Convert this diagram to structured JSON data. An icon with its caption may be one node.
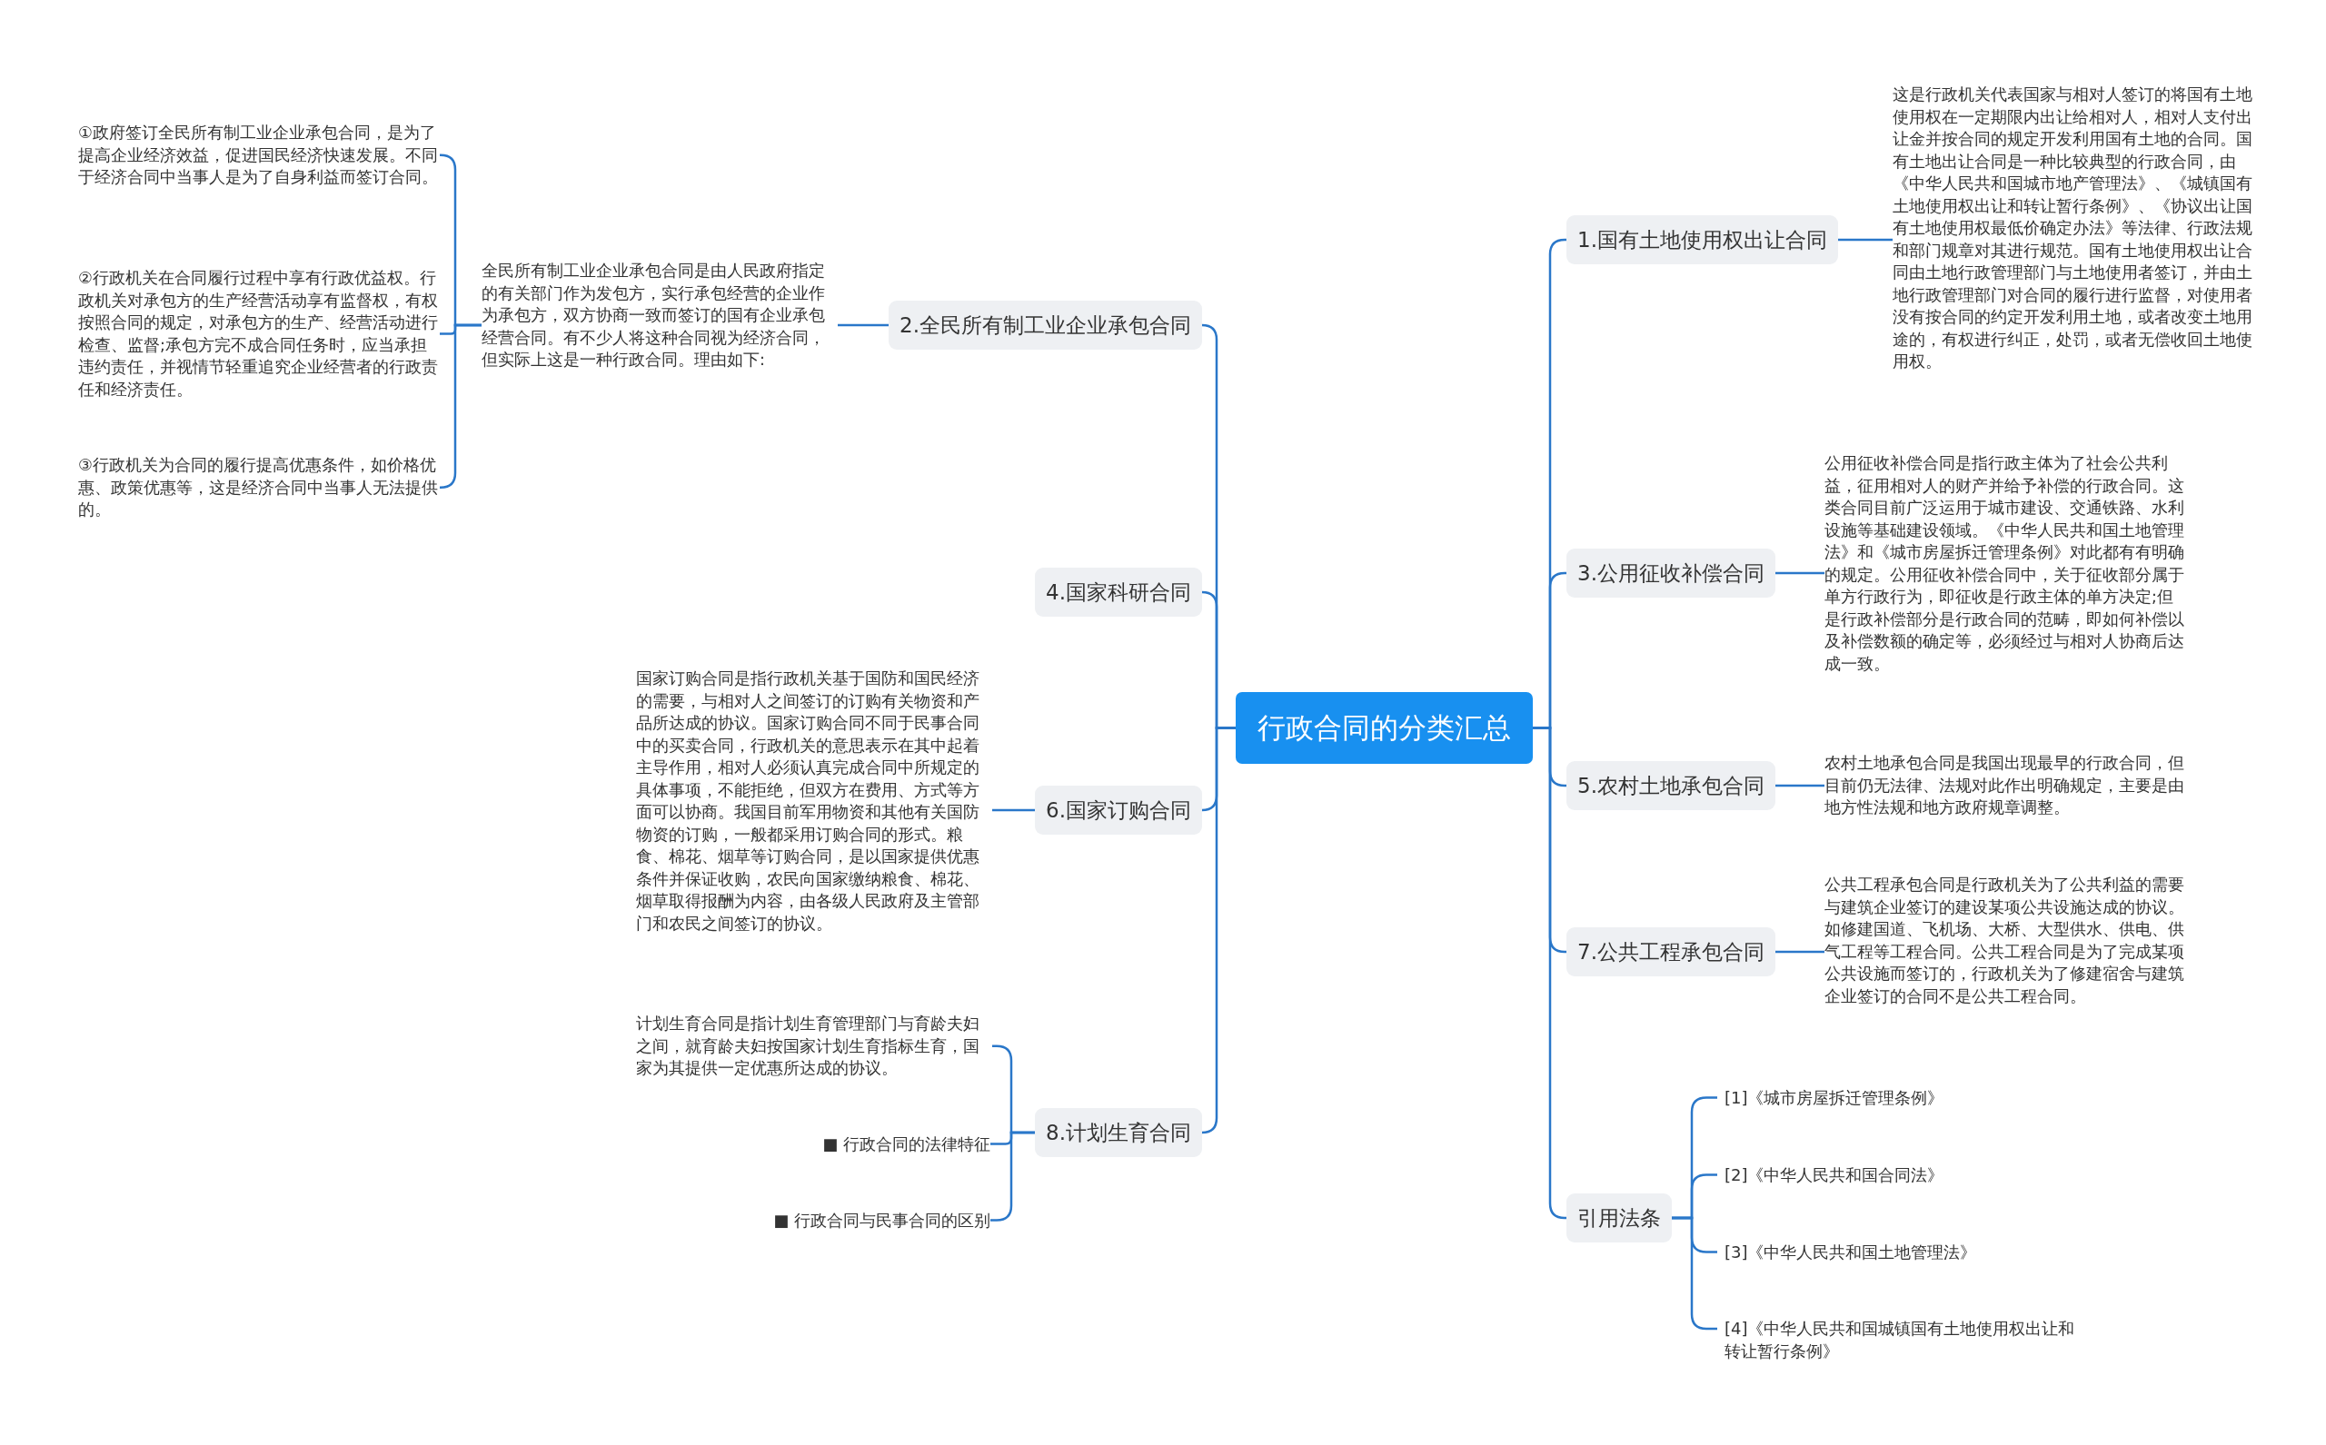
{
  "diagram": {
    "nodes": [
      {
        "text": [
          "行政合同的分类汇总"
        ]
      },
      {
        "text": [
          "1.国有土地使用权出让合同"
        ]
      },
      {
        "text": [
          "这是行政机关代表国家与相对人签订的将国有土地使用权在一定期限内出让给相对人，相对人支付出让金并按合同的规定开发利用国有土地的合同。国有土地出让合同是一种比较典型的行政合同，由《中华人民共和国城市地产管理法》、《城镇国有土地使用权出让和转让暂行条例》、《协议出让国有土地使用权最低价确定办法》等法律、行政法规和部门规章对其进行规范。国有土地使用权出让合同由土地行政管理部门与土地使用者签订，并由土地行政管理部门对合同的履行进行监督，对使用者没有按合同的约定开发利用土地，或者改变土地用途的，有权进行纠正，处罚，或者无偿收回土地使用权。"
        ]
      },
      {
        "text": [
          "3.公用征收补偿合同"
        ]
      },
      {
        "text": [
          "公用征收补偿合同是指行政主体为了社会公共利益，征用相对人的财产并给予补偿的行政合同。这类合同目前广泛运用于城市建设、交通铁路、水利设施等基础建设领域。《中华人民共和国土地管理法》和《城市房屋拆迁管理条例》对此都有有明确的规定。公用征收补偿合同中，关于征收部分属于单方行政行为，即征收是行政主体的单方决定;但是行政补偿部分是行政合同的范畴，即如何补偿以及补偿数额的确定等，必须经过与相对人协商后达成一致。"
        ]
      },
      {
        "text": [
          "5.农村土地承包合同"
        ]
      },
      {
        "text": [
          "农村土地承包合同是我国出现最早的行政合同，但目前仍无法律、法规对此作出明确规定，主要是由地方性法规和地方政府规章调整。"
        ]
      },
      {
        "text": [
          "7.公共工程承包合同"
        ]
      },
      {
        "text": [
          "公共工程承包合同是行政机关为了公共利益的需要与建筑企业签订的建设某项公共设施达成的协议。如修建国道、飞机场、大桥、大型供水、供电、供气工程等工程合同。公共工程合同是为了完成某项公共设施而签订的，行政机关为了修建宿舍与建筑企业签订的合同不是公共工程合同。"
        ]
      },
      {
        "text": [
          "引用法条"
        ]
      },
      {
        "text": [
          "[1]《城市房屋拆迁管理条例》"
        ]
      },
      {
        "text": [
          "[2]《中华人民共和国合同法》"
        ]
      },
      {
        "text": [
          "[3]《中华人民共和国土地管理法》"
        ]
      },
      {
        "text": [
          "[4]《中华人民共和国城镇国有土地使用权出让和转让暂行条例》"
        ]
      },
      {
        "text": [
          "2.全民所有制工业企业承包合同"
        ]
      },
      {
        "text": [
          "全民所有制工业企业承包合同是由人民政府指定的有关部门作为发包方，实行承包经营的企业作为承包方，双方协商一致而签订的国有企业承包经营合同。有不少人将这种合同视为经济合同，但实际上这是一种行政合同。理由如下:"
        ]
      },
      {
        "text": [
          "①政府签订全民所有制工业企业承包合同，是为了提高企业经济效益，促进国民经济快速发展。不同于经济合同中当事人是为了自身利益而签订合同。"
        ]
      },
      {
        "text": [
          "②行政机关在合同履行过程中享有行政优益权。行政机关对承包方的生产经营活动享有监督权，有权按照合同的规定，对承包方的生产、经营活动进行检查、监督;承包方完不成合同任务时，应当承担违约责任，并视情节轻重追究企业经营者的行政责任和经济责任。"
        ]
      },
      {
        "text": [
          "③行政机关为合同的履行提高优惠条件，如价格优惠、政策优惠等，这是经济合同中当事人无法提供的。"
        ]
      },
      {
        "text": [
          "4.国家科研合同"
        ]
      },
      {
        "text": [
          "6.国家订购合同"
        ]
      },
      {
        "text": [
          "国家订购合同是指行政机关基于国防和国民经济的需要，与相对人之间签订的订购有关物资和产品所达成的协议。国家订购合同不同于民事合同中的买卖合同，行政机关的意思表示在其中起着主导作用，相对人必须认真完成合同中所规定的具体事项，不能拒绝，但双方在费用、方式等方面可以协商。我国目前军用物资和其他有关国防物资的订购，一般都采用订购合同的形式。粮食、棉花、烟草等订购合同，是以国家提供优惠条件并保证收购，农民向国家缴纳粮食、棉花、烟草取得报酬为内容，由各级人民政府及主管部门和农民之间签订的协议。"
        ]
      },
      {
        "text": [
          "8.计划生育合同"
        ]
      },
      {
        "text": [
          "计划生育合同是指计划生育管理部门与育龄夫妇之间，就育龄夫妇按国家计划生育指标生育，国家为其提供一定优惠所达成的协议。"
        ]
      },
      {
        "text": [
          "■ 行政合同的法律特征"
        ]
      },
      {
        "text": [
          "■ 行政合同与民事合同的区别"
        ]
      }
    ],
    "edges": [
      {
        "from": 0,
        "to": 1,
        "arrow": "none"
      },
      {
        "from": 1,
        "to": 2,
        "arrow": "none"
      },
      {
        "from": 0,
        "to": 3,
        "arrow": "none"
      },
      {
        "from": 3,
        "to": 4,
        "arrow": "none"
      },
      {
        "from": 0,
        "to": 5,
        "arrow": "none"
      },
      {
        "from": 5,
        "to": 6,
        "arrow": "none"
      },
      {
        "from": 0,
        "to": 7,
        "arrow": "none"
      },
      {
        "from": 7,
        "to": 8,
        "arrow": "none"
      },
      {
        "from": 0,
        "to": 9,
        "arrow": "none"
      },
      {
        "from": 9,
        "to": 10,
        "arrow": "none"
      },
      {
        "from": 9,
        "to": 11,
        "arrow": "none"
      },
      {
        "from": 9,
        "to": 12,
        "arrow": "none"
      },
      {
        "from": 9,
        "to": 13,
        "arrow": "none"
      },
      {
        "from": 0,
        "to": 14,
        "arrow": "none"
      },
      {
        "from": 14,
        "to": 15,
        "arrow": "none"
      },
      {
        "from": 15,
        "to": 16,
        "arrow": "none"
      },
      {
        "from": 15,
        "to": 17,
        "arrow": "none"
      },
      {
        "from": 15,
        "to": 18,
        "arrow": "none"
      },
      {
        "from": 0,
        "to": 19,
        "arrow": "none"
      },
      {
        "from": 0,
        "to": 20,
        "arrow": "none"
      },
      {
        "from": 20,
        "to": 21,
        "arrow": "none"
      },
      {
        "from": 0,
        "to": 22,
        "arrow": "none"
      },
      {
        "from": 22,
        "to": 23,
        "arrow": "none"
      },
      {
        "from": 22,
        "to": 24,
        "arrow": "none"
      },
      {
        "from": 22,
        "to": 25,
        "arrow": "none"
      }
    ]
  }
}
